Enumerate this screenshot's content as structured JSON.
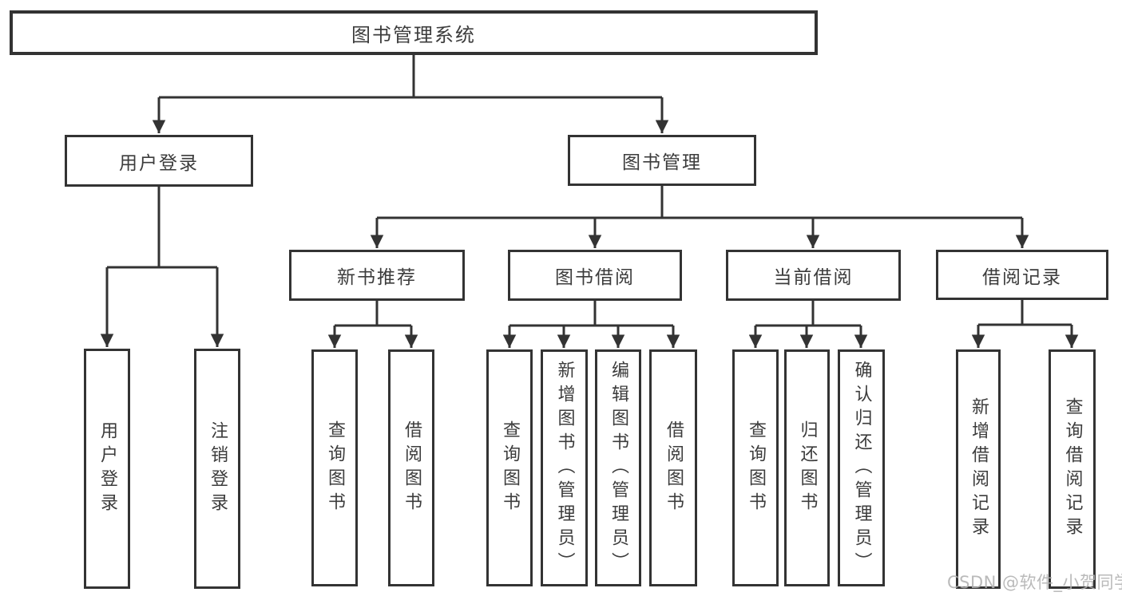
{
  "diagram": {
    "title": "图书管理系统",
    "colors": {
      "line": "#333333",
      "text": "#3c3c3c",
      "box_background": "#ffffff",
      "watermark": "#b3b3b3"
    },
    "tree": {
      "root": {
        "label": "图书管理系统"
      },
      "branches": [
        {
          "label": "用户登录",
          "children": [
            {
              "label": "用户登录"
            },
            {
              "label": "注销登录"
            }
          ]
        },
        {
          "label": "图书管理",
          "children": [
            {
              "label": "新书推荐",
              "children": [
                {
                  "label": "查询图书"
                },
                {
                  "label": "借阅图书"
                }
              ]
            },
            {
              "label": "图书借阅",
              "children": [
                {
                  "label": "查询图书"
                },
                {
                  "label": "新增图书（管理员）"
                },
                {
                  "label": "编辑图书（管理员）"
                },
                {
                  "label": "借阅图书"
                }
              ]
            },
            {
              "label": "当前借阅",
              "children": [
                {
                  "label": "查询图书"
                },
                {
                  "label": "归还图书"
                },
                {
                  "label": "确认归还（管理员）"
                }
              ]
            },
            {
              "label": "借阅记录",
              "children": [
                {
                  "label": "新增借阅记录"
                },
                {
                  "label": "查询借阅记录"
                }
              ]
            }
          ]
        }
      ]
    },
    "watermark": "CSDN @软件_小贺同学"
  }
}
